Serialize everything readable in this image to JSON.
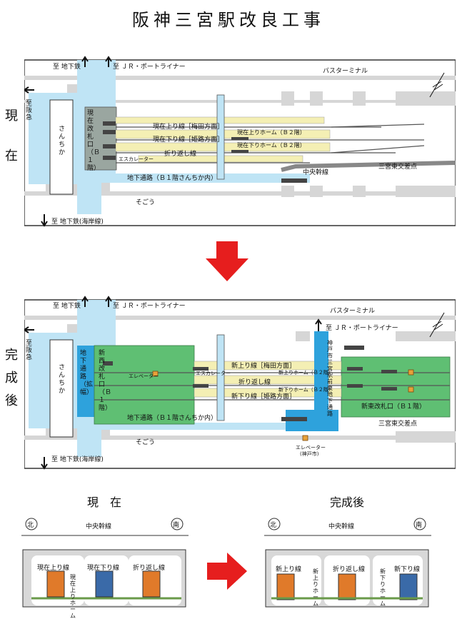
{
  "title": "阪神三宮駅改良工事",
  "current": {
    "label_chars": [
      "現",
      "在"
    ],
    "subway_top": "至 地下鉄",
    "jr_port": "至 ＪＲ・ポートライナー",
    "hankyu": "至阪急",
    "bus_terminal": "バスターミナル",
    "sannomiya_chika": "さんちか",
    "gate": "現在改札口（Ｂ１階）",
    "up_line": "現在上り線［梅田方面］",
    "down_line": "現在下り線［姫路方面］",
    "turnback": "折り返し線",
    "up_platform": "現在上りホーム（Ｂ２階）",
    "down_platform": "現在下りホーム（Ｂ２階）",
    "escalator": "エスカレーター",
    "passage": "地下通路（Ｂ１階さんちか内）",
    "chuo_kansen": "中央幹線",
    "crossing": "三宮東交差点",
    "sogo": "そごう",
    "subway_bottom": "至 地下鉄(海岸線)"
  },
  "future": {
    "label_chars": [
      "完",
      "成",
      "後"
    ],
    "subway_top": "至 地下鉄",
    "jr_port": "至 ＪＲ・ポートライナー",
    "jr_port2": "至 ＪＲ・ポートライナー",
    "hankyu": "至阪急",
    "bus_terminal": "バスターミナル",
    "sannomiya_chika": "さんちか",
    "passage_wide": "地下通路（拡幅）",
    "west_gate": "新西改札口（Ｂ１階）",
    "elevator": "エレベーター",
    "escalator": "エスカレーター",
    "new_up_line": "新上り線［梅田方面］",
    "turnback": "折り返し線",
    "new_down_line": "新下り線［姫路方面］",
    "new_up_platform": "新上りホーム（Ｂ２階）",
    "new_down_platform": "新下りホーム（Ｂ２階）",
    "city_passage": "神戸市三宮駅前東地下通路",
    "east_gate": "新東改札口（Ｂ１階）",
    "passage": "地下通路（Ｂ１階さんちか内）",
    "crossing": "三宮東交差点",
    "sogo": "そごう",
    "elevator_city": "エレベーター",
    "city_note": "(神戸市)",
    "subway_bottom": "至 地下鉄(海岸線)"
  },
  "sections": {
    "current_title": "現　在",
    "future_title": "完成後",
    "north": "北",
    "south": "南",
    "chuo": "中央幹線",
    "cur_up": "現在上り線",
    "cur_down": "現在下り線",
    "cur_turn": "折り返し線",
    "cur_platform": "現在上りホーム",
    "new_up": "新上り線",
    "new_turn": "折り返し線",
    "new_down": "新下り線",
    "new_up_platform": "新上りホーム",
    "new_down_platform": "新下りホーム"
  }
}
